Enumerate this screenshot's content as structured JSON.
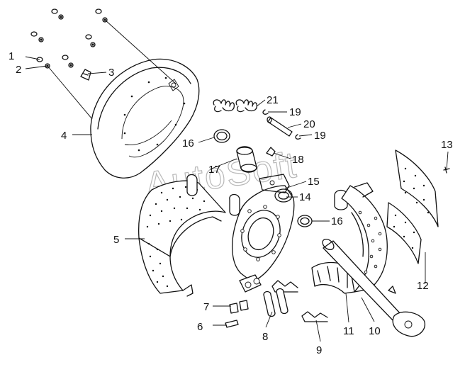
{
  "watermark": "AutoSoft",
  "callouts": [
    {
      "id": "1",
      "label": "1"
    },
    {
      "id": "2",
      "label": "2"
    },
    {
      "id": "3",
      "label": "3"
    },
    {
      "id": "4",
      "label": "4"
    },
    {
      "id": "5",
      "label": "5"
    },
    {
      "id": "6",
      "label": "6"
    },
    {
      "id": "7",
      "label": "7"
    },
    {
      "id": "8",
      "label": "8"
    },
    {
      "id": "9",
      "label": "9"
    },
    {
      "id": "10",
      "label": "10"
    },
    {
      "id": "11",
      "label": "11"
    },
    {
      "id": "12",
      "label": "12"
    },
    {
      "id": "13",
      "label": "13"
    },
    {
      "id": "14",
      "label": "14"
    },
    {
      "id": "15",
      "label": "15"
    },
    {
      "id": "16a",
      "label": "16"
    },
    {
      "id": "16b",
      "label": "16"
    },
    {
      "id": "17",
      "label": "17"
    },
    {
      "id": "18",
      "label": "18"
    },
    {
      "id": "19a",
      "label": "19"
    },
    {
      "id": "19b",
      "label": "19"
    },
    {
      "id": "20",
      "label": "20"
    },
    {
      "id": "21",
      "label": "21"
    }
  ]
}
